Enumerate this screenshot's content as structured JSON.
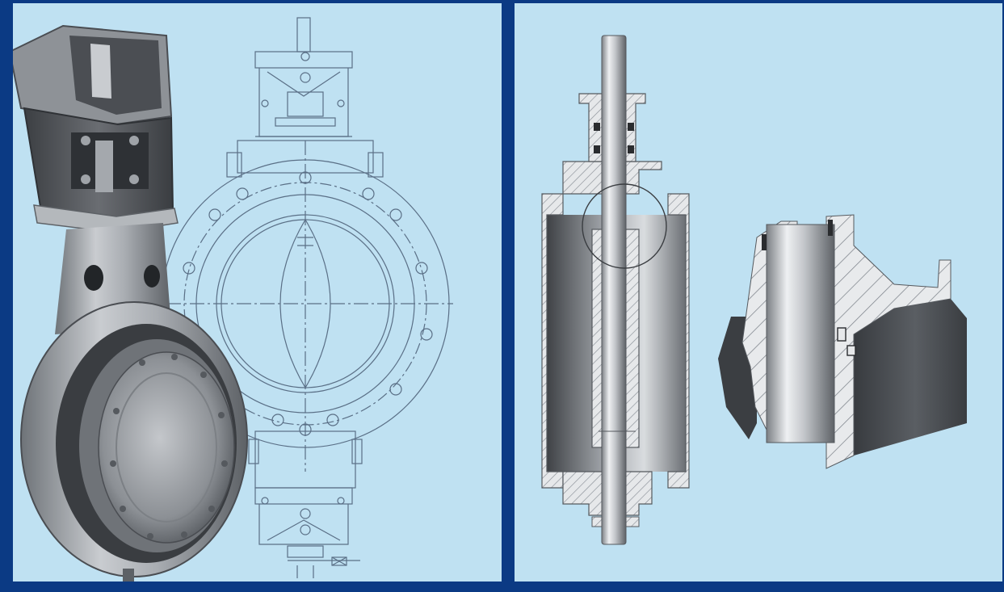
{
  "figure": {
    "panels": [
      {
        "id": "left",
        "content": "valve-photo-and-drawing"
      },
      {
        "id": "right",
        "content": "valve-cross-section-and-detail"
      }
    ],
    "colors": {
      "frame": "#0b3a84",
      "panel_background": "#bfe1f2",
      "drawing_line": "#5a6f86",
      "metal_light": "#d6d8da",
      "metal_dark": "#4a4d52",
      "hatch": "#8a9097"
    }
  }
}
